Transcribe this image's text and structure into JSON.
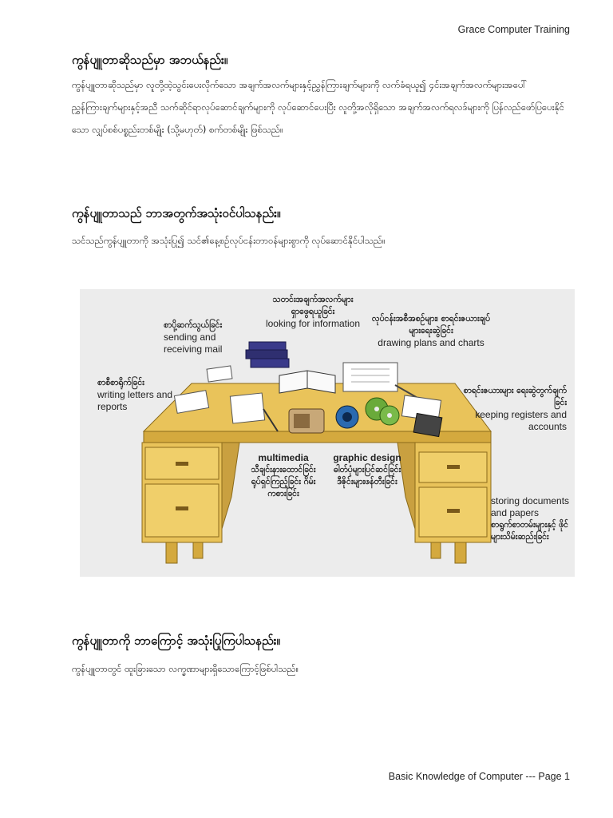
{
  "header": {
    "title": "Grace Computer Training"
  },
  "footer": {
    "text": "Basic Knowledge of Computer --- Page 1"
  },
  "sections": [
    {
      "heading": "ကွန်ပျူတာဆိုသည်မှာ အဘယ်နည်း။",
      "body": "ကွန်ပျူတာဆိုသည်မှာ လူတို့ထဲ့သွင်းပေးလိုက်သော အချက်အလက်များနှင့်ညွှန်ကြားချက်များကို လက်ခံရယူ၍ ၄င်းအချက်အလက်များအပေါ် ညွှန်ကြားချက်များနှင့်အညီ သက်ဆိုင်ရာလုပ်ဆောင်ချက်များကို လုပ်ဆောင်ပေးပြီး လူတို့အလိုရှိသော အချက်အလက်ရလဒ်များကို ပြန်လည်ဖော်ပြပေးနိုင်သော လျှပ်စစ်ပစ္စည်းတစ်မျိုး (သို့မဟုတ်) စက်တစ်မျိုး ဖြစ်သည်။"
    },
    {
      "heading": "ကွန်ပျူတာသည် ဘာအတွက်အသုံးဝင်ပါသနည်း။",
      "body": "သင်သည်ကွန်ပျူတာကို အသုံးပြု၍ သင်၏နေ့စဉ်လုပ်ငန်းတာဝန်များစွာကို လုပ်ဆောင်နိုင်ပါသည်။"
    },
    {
      "heading": "ကွန်ပျူတာကို ဘာကြောင့် အသုံးပြုကြပါသနည်း။",
      "body": "ကွန်ပျူတာတွင် ထူးခြားသော လက္ခဏာများရှိသောကြောင့်ဖြစ်ပါသည်။"
    }
  ],
  "figure": {
    "labels": {
      "info": {
        "my": "သတင်းအချက်အလက်များ ရှာဖွေရယူခြင်း",
        "en": "looking for information"
      },
      "mail": {
        "my": "စာပို့ဆက်သွယ်ခြင်း",
        "en": "sending and receiving mail"
      },
      "plans": {
        "my": "လုပ်ငန်းအစီအစဉ်များ၊ စာရင်းဇယားချပ်များရေးဆွဲခြင်း",
        "en": "drawing plans and charts"
      },
      "letters": {
        "my": "စာစီစာရိုက်ခြင်း",
        "en": "writing letters and reports"
      },
      "registers": {
        "my": "စာရင်းဇယားများ ရေးဆွဲတွက်ချက်ခြင်း",
        "en": "keeping registers and accounts"
      },
      "multimedia": {
        "en": "multimedia",
        "my": "သီချင်းနားထောင်ခြင်း ရုပ်ရှင်ကြည့်ခြင်း ဂိမ်းကစားခြင်း"
      },
      "graphic": {
        "en": "graphic design",
        "my": "ဓါတ်ပုံများပြင်ဆင်ခြင်း ဒီဇိုင်းများဖန်တီးခြင်း"
      },
      "storing": {
        "en": "storing documents and papers",
        "my": "စာရွက်စာတမ်းများနှင့် ဖိုင်များသိမ်းဆည်းခြင်း"
      }
    }
  }
}
